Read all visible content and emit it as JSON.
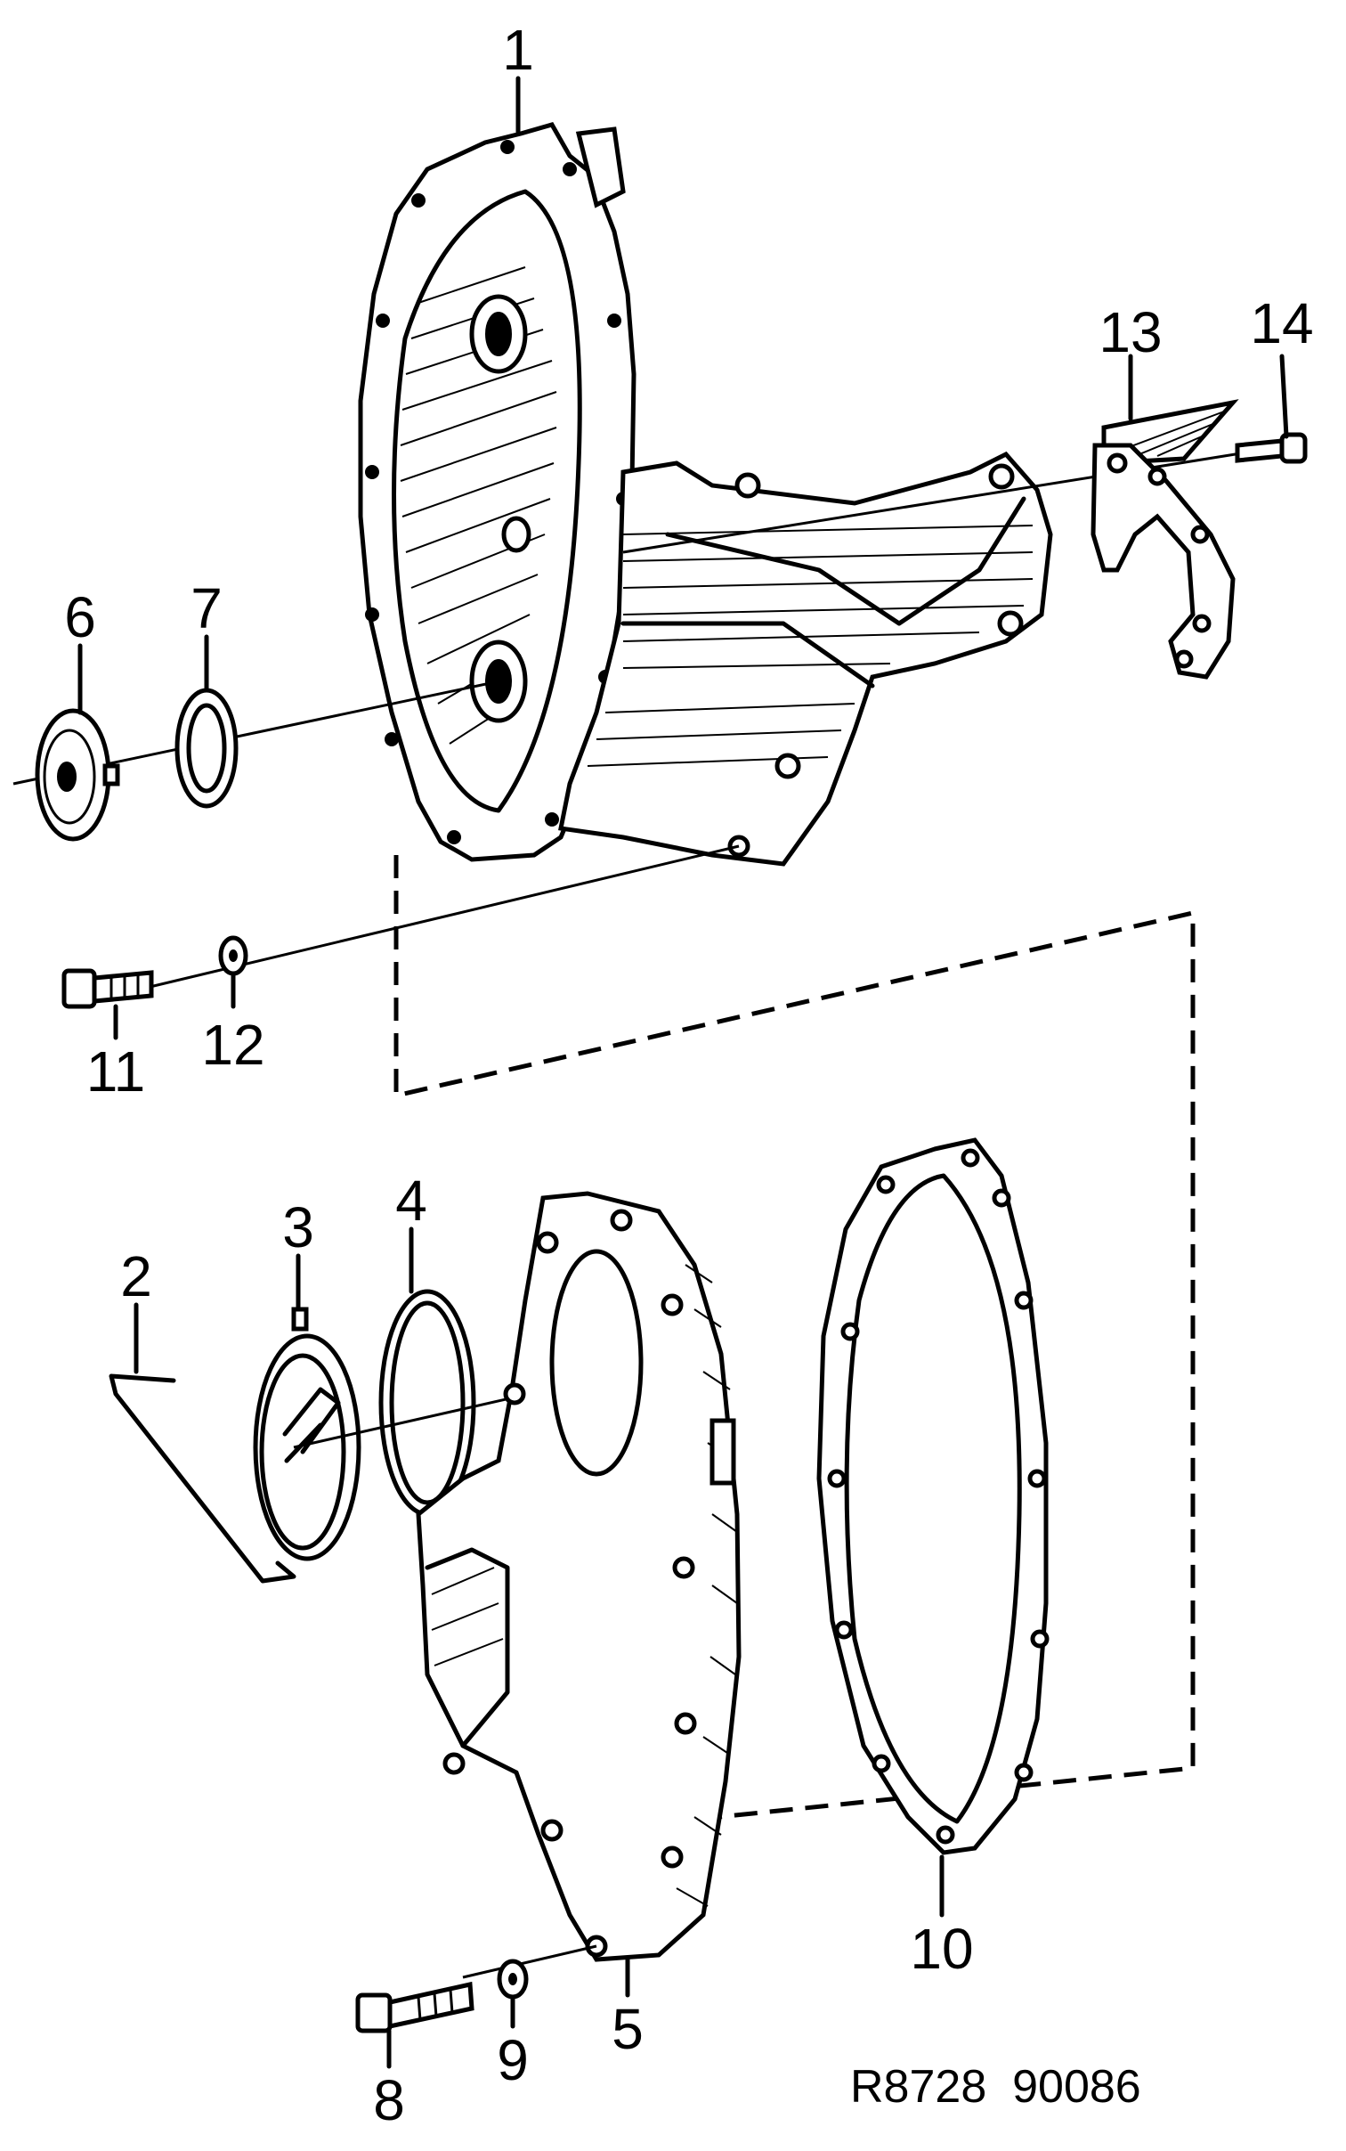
{
  "diagram": {
    "callouts": [
      {
        "id": "1",
        "label": "1"
      },
      {
        "id": "2",
        "label": "2"
      },
      {
        "id": "3",
        "label": "3"
      },
      {
        "id": "4",
        "label": "4"
      },
      {
        "id": "5",
        "label": "5"
      },
      {
        "id": "6",
        "label": "6"
      },
      {
        "id": "7",
        "label": "7"
      },
      {
        "id": "8",
        "label": "8"
      },
      {
        "id": "9",
        "label": "9"
      },
      {
        "id": "10",
        "label": "10"
      },
      {
        "id": "11",
        "label": "11"
      },
      {
        "id": "12",
        "label": "12"
      },
      {
        "id": "13",
        "label": "13"
      },
      {
        "id": "14",
        "label": "14"
      }
    ],
    "reference_code": "R8728  90086"
  }
}
